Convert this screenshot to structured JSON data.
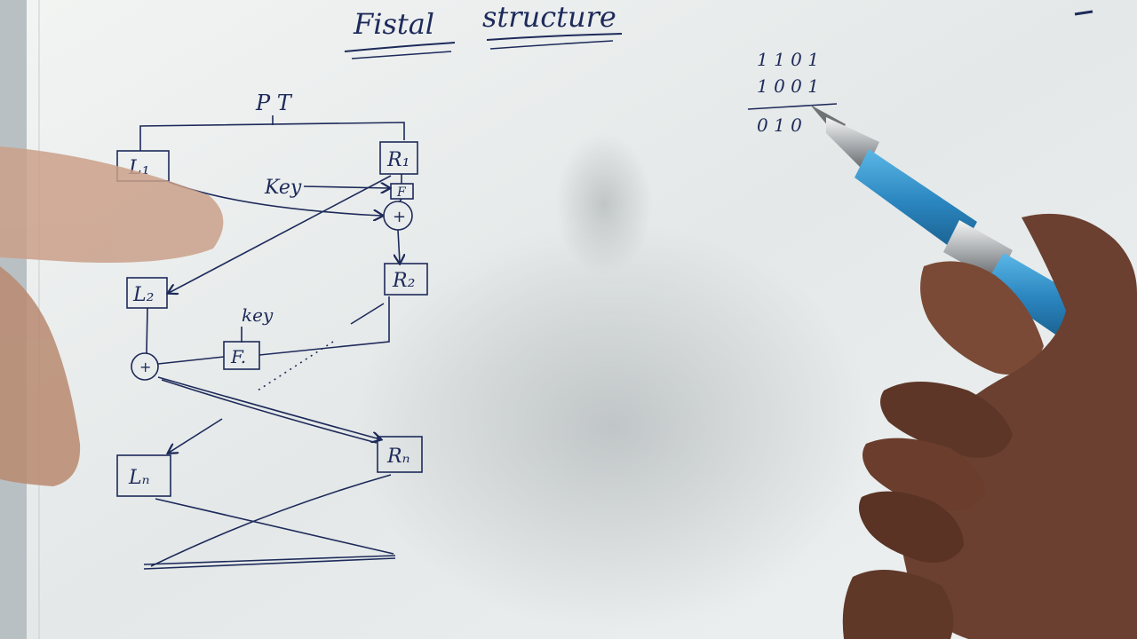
{
  "title": {
    "word1": "Fistal",
    "word2": "structure"
  },
  "diagram": {
    "plaintext_label": "P T",
    "left_blocks": [
      "L₁",
      "L₂",
      "Lₙ"
    ],
    "right_blocks": [
      "R₁",
      "R₂",
      "Rₙ"
    ],
    "key_labels": [
      "Key",
      "key"
    ],
    "function_labels": [
      "F",
      "F."
    ],
    "xor_symbols": [
      "+",
      "+"
    ]
  },
  "xor_example": {
    "row1": "1 1 0 1",
    "row2": "1 0 0 1",
    "result": "0 1 0"
  },
  "colors": {
    "paper": "#e9ecea",
    "ink": "#1d2a5a",
    "pen_barrel": "#2f8fc6",
    "skin": "#6b4030"
  }
}
